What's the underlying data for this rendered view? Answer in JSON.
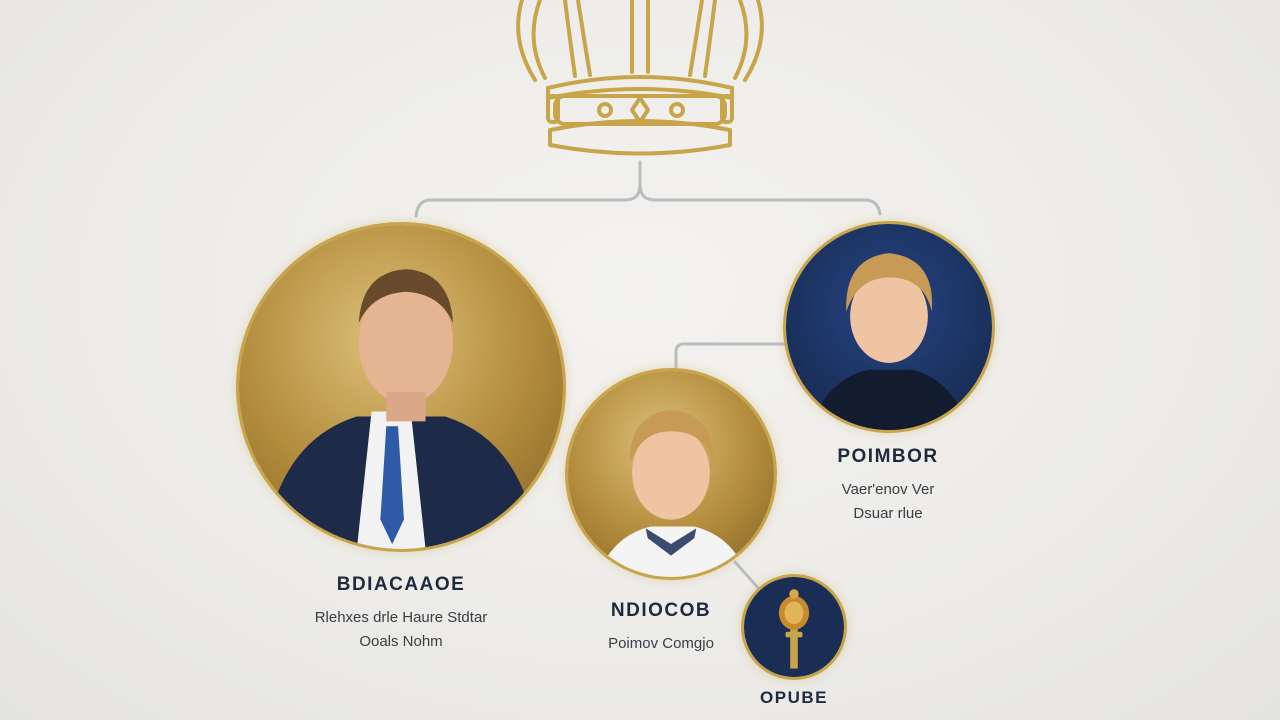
{
  "colors": {
    "gold": "#c9a54a",
    "navy": "#1c2f55",
    "connector": "#b9bcc0",
    "background": "#eeede9"
  },
  "icons": {
    "crown": "crown-icon",
    "scepter": "scepter-icon"
  },
  "people": [
    {
      "name": "BDIACAAOE",
      "line1": "Rlehxes drle Haure Stdtar",
      "line2": "Ooals Nohm"
    },
    {
      "name": "NDIOCOB",
      "line1": "Poimov Comgjo",
      "line2": ""
    },
    {
      "name": "POIMBOR",
      "line1": "Vaer'enov Ver",
      "line2": "Dsuar rlue"
    },
    {
      "name": "OPUBE",
      "line1": "",
      "line2": ""
    }
  ]
}
